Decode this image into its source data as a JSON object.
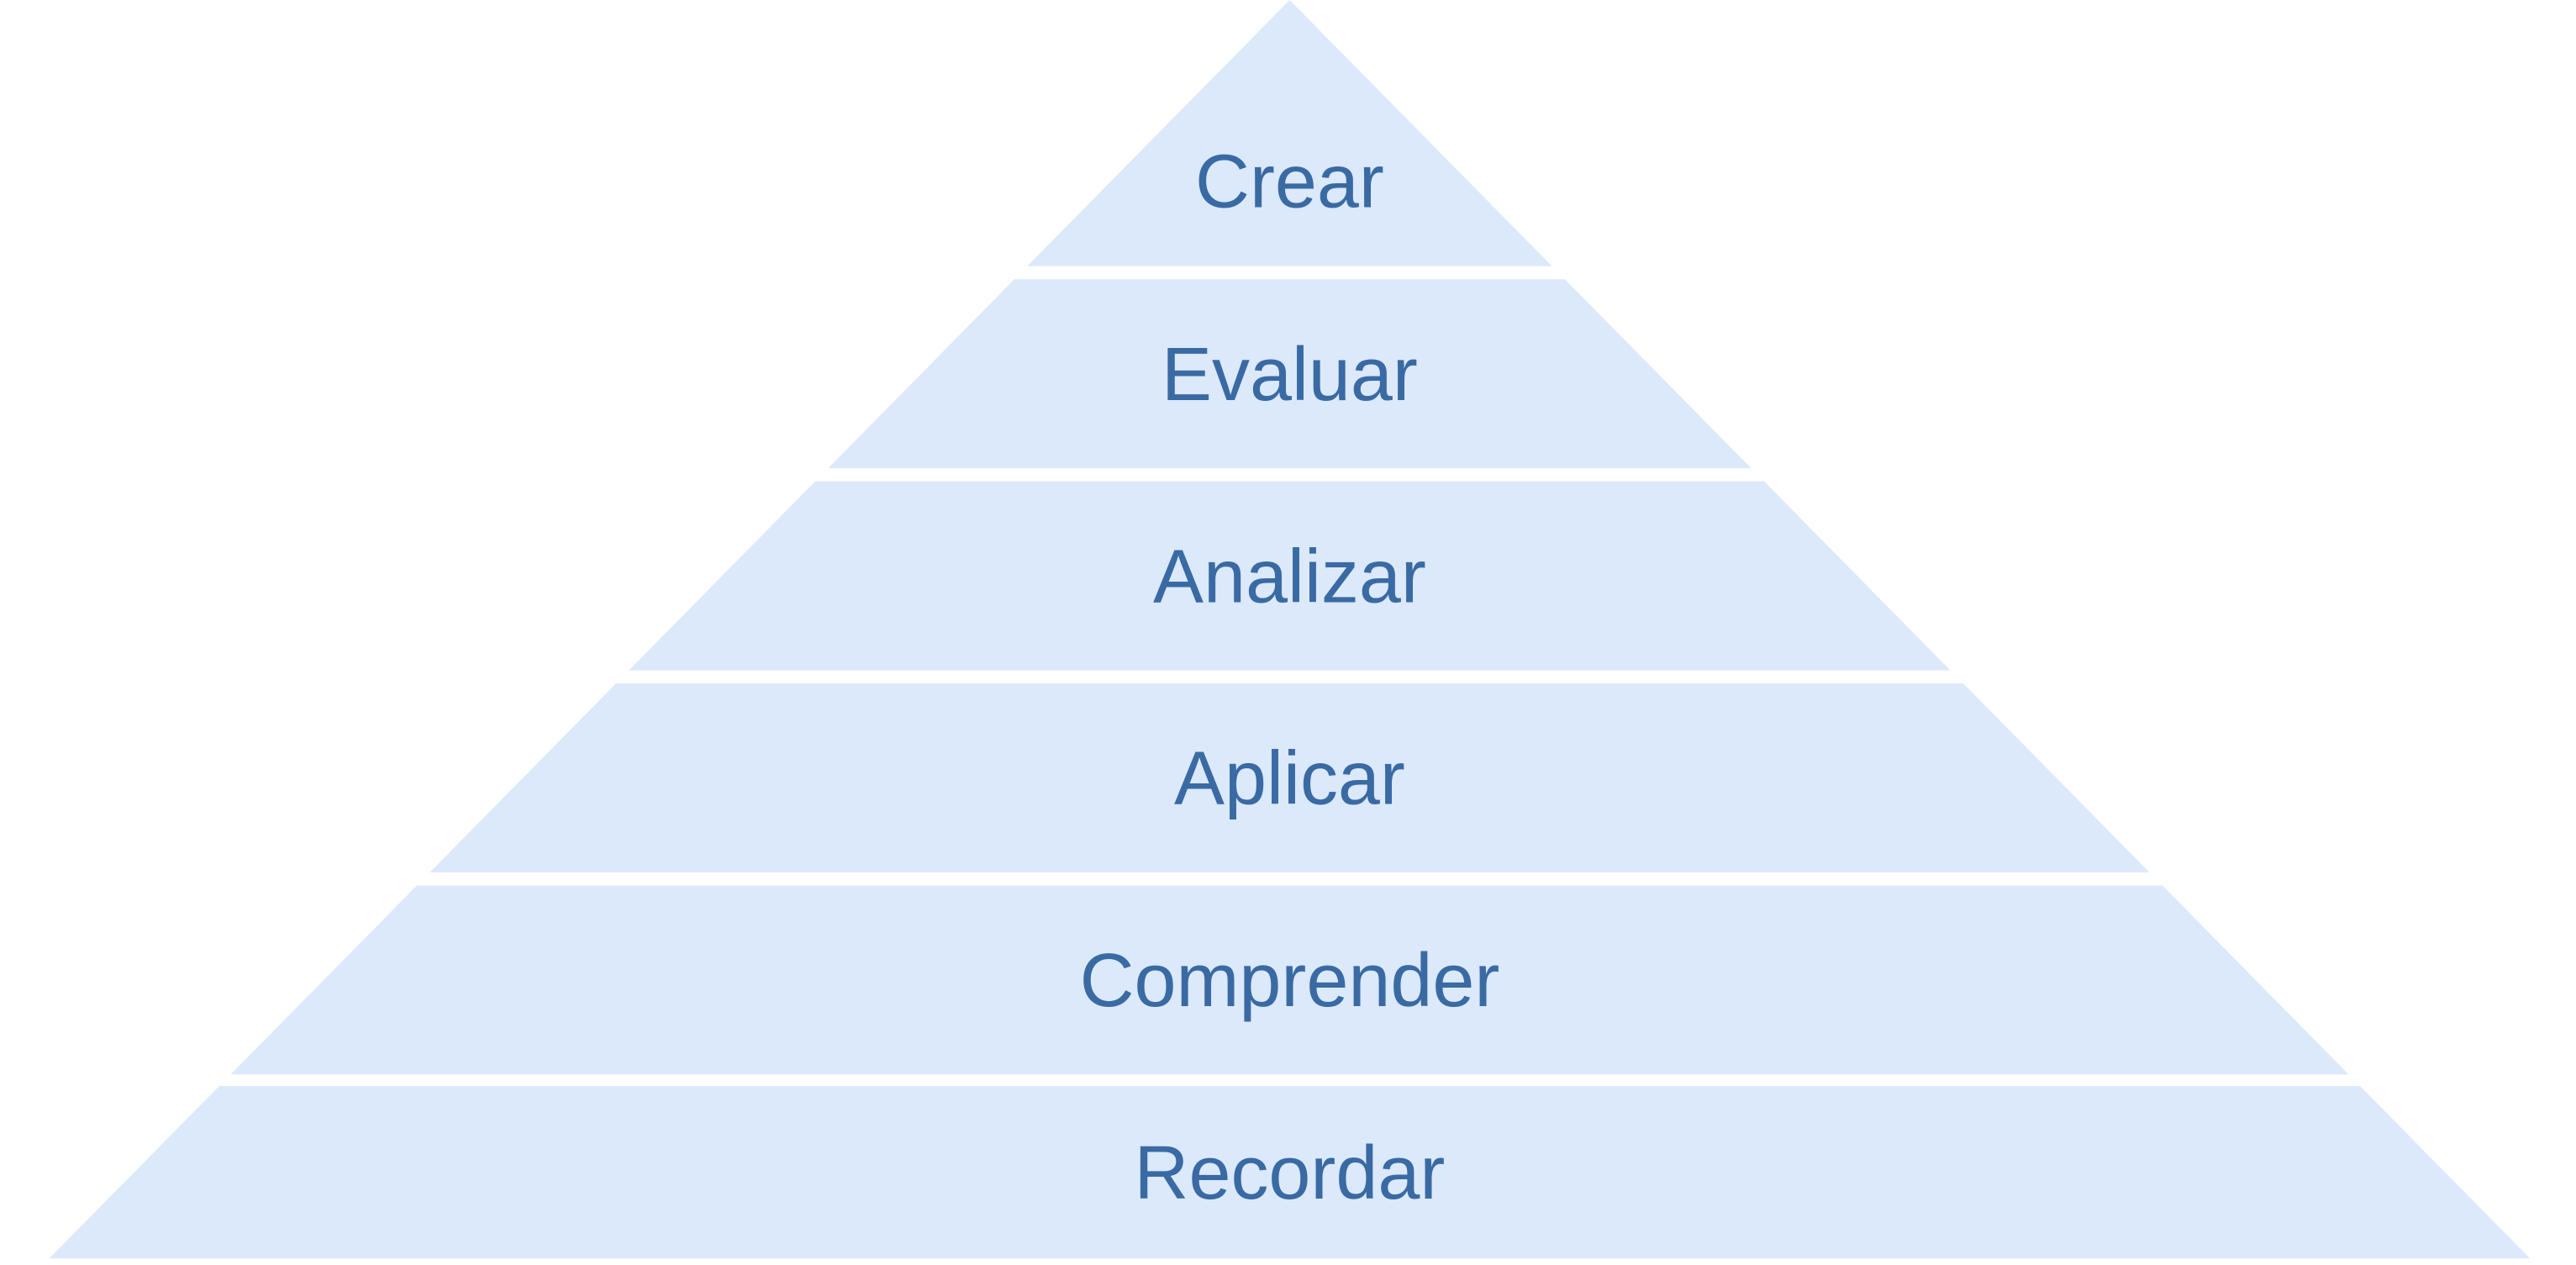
{
  "diagram": {
    "type": "pyramid",
    "levels": [
      {
        "label": "Crear"
      },
      {
        "label": "Evaluar"
      },
      {
        "label": "Analizar"
      },
      {
        "label": "Aplicar"
      },
      {
        "label": "Comprender"
      },
      {
        "label": "Recordar"
      }
    ],
    "colors": {
      "fill": "#dbe9fb",
      "text": "#3a6aa3"
    }
  }
}
